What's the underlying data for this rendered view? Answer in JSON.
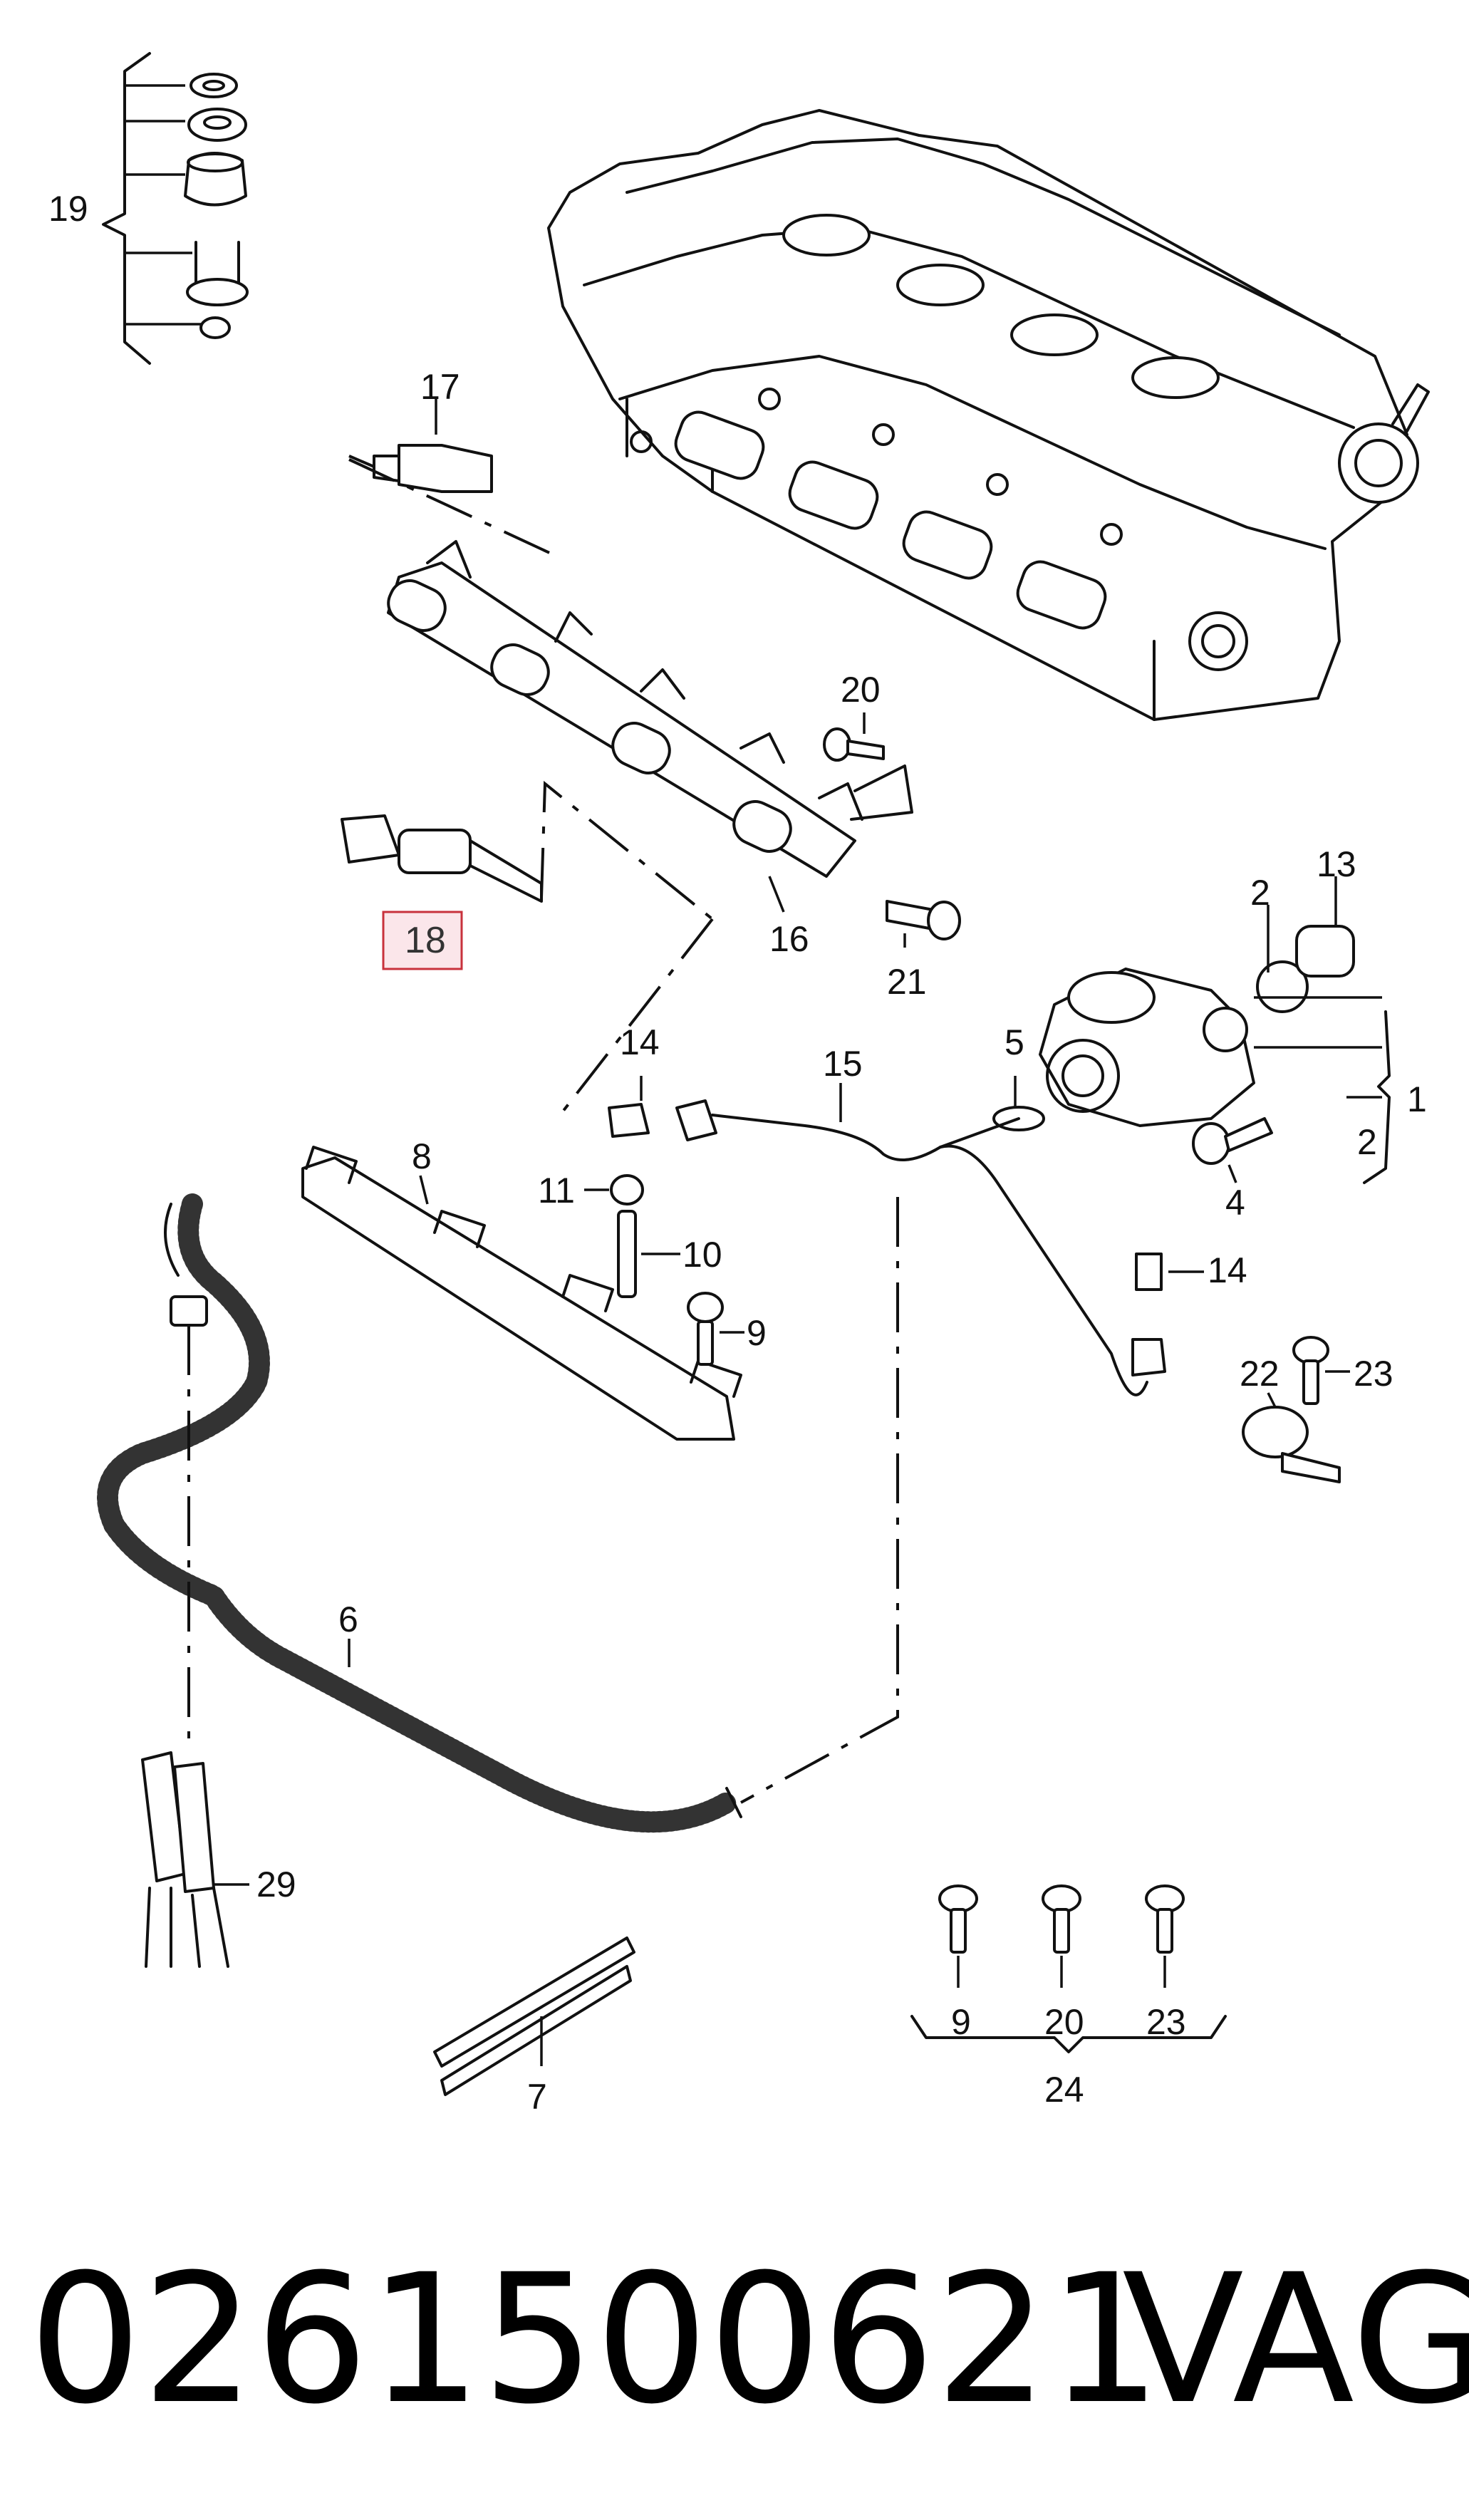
{
  "part_number": "0261500621",
  "brand": "VAG",
  "highlighted_callout": "18",
  "callouts": [
    "1",
    "2",
    "2",
    "4",
    "5",
    "6",
    "7",
    "8",
    "9",
    "9",
    "10",
    "11",
    "13",
    "14",
    "14",
    "15",
    "16",
    "17",
    "19",
    "20",
    "20",
    "21",
    "22",
    "23",
    "23",
    "24",
    "29"
  ],
  "colors": {
    "line": "#111111",
    "highlight_fill": "#fbe6ea",
    "highlight_border": "#c8323c"
  }
}
